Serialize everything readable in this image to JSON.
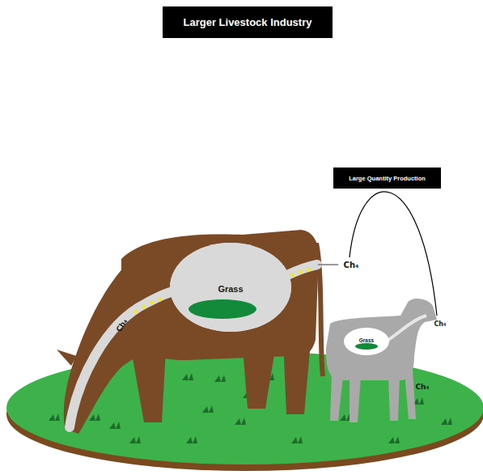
{
  "diagram": {
    "title": "Larger Livestock Industry",
    "nodes": [
      {
        "text": [
          "Large Quantity Production"
        ]
      },
      {
        "text": [
          "Grass"
        ]
      },
      {
        "text": [
          "Grass"
        ]
      }
    ],
    "labels": [
      "Ch₄",
      "Ch₄",
      "Ch₄",
      "Ch₄"
    ]
  }
}
